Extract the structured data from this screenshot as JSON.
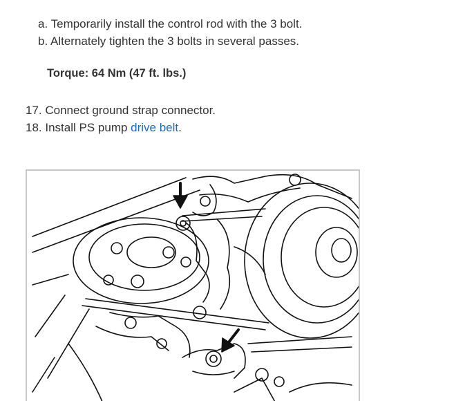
{
  "substeps": [
    {
      "marker": "a.",
      "text": "Temporarily install the control rod with the 3 bolt."
    },
    {
      "marker": "b.",
      "text": "Alternately tighten the 3 bolts in several passes."
    }
  ],
  "torque": {
    "text": "Torque: 64 Nm (47 ft. lbs.)"
  },
  "steps": [
    {
      "number": "17.",
      "text": "Connect ground strap connector.",
      "link": "",
      "suffix": ""
    },
    {
      "number": "18.",
      "text": "Install PS pump ",
      "link": "drive belt",
      "suffix": "."
    }
  ],
  "colors": {
    "text": "#333333",
    "link": "#1a6bb8",
    "frame_border": "#c8c8c8"
  }
}
